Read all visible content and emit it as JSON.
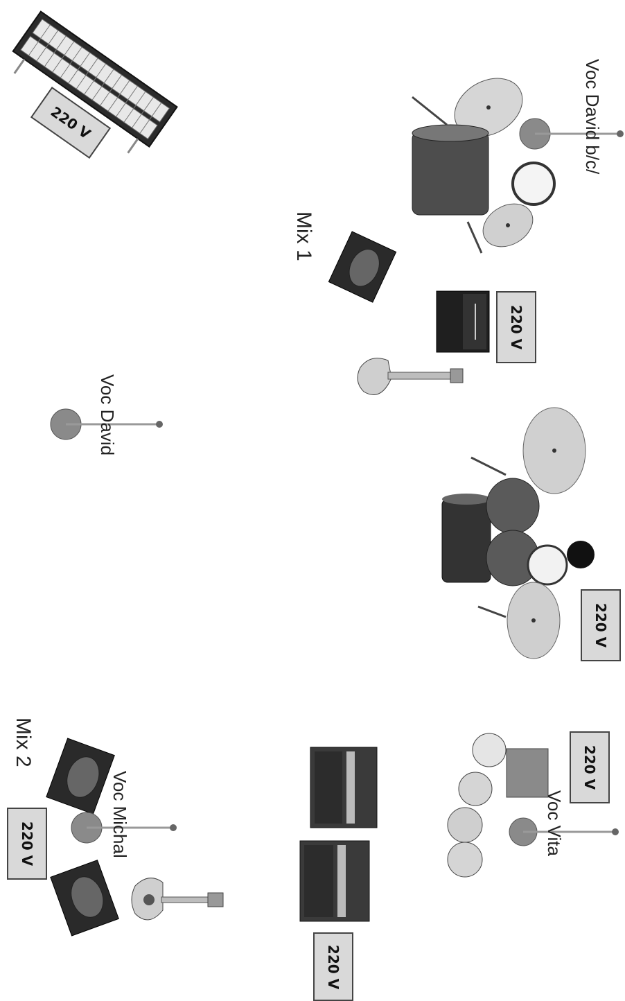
{
  "power_label": "220 V",
  "labels": {
    "voc_david_bc": "Voc David b/c/",
    "voc_david": "Voc David",
    "voc_michal": "Voc Michal",
    "voc_vita": "Voc Vita",
    "mix1": "Mix 1",
    "mix2": "Mix 2"
  },
  "icons": [
    "keyboard-icon",
    "drumkit-small-icon",
    "drumkit-large-icon",
    "microphone-icon",
    "monitor-wedge-icon",
    "bass-amp-icon",
    "bass-guitar-icon",
    "guitar-icon",
    "guitar-cab-icon",
    "congas-icon"
  ]
}
